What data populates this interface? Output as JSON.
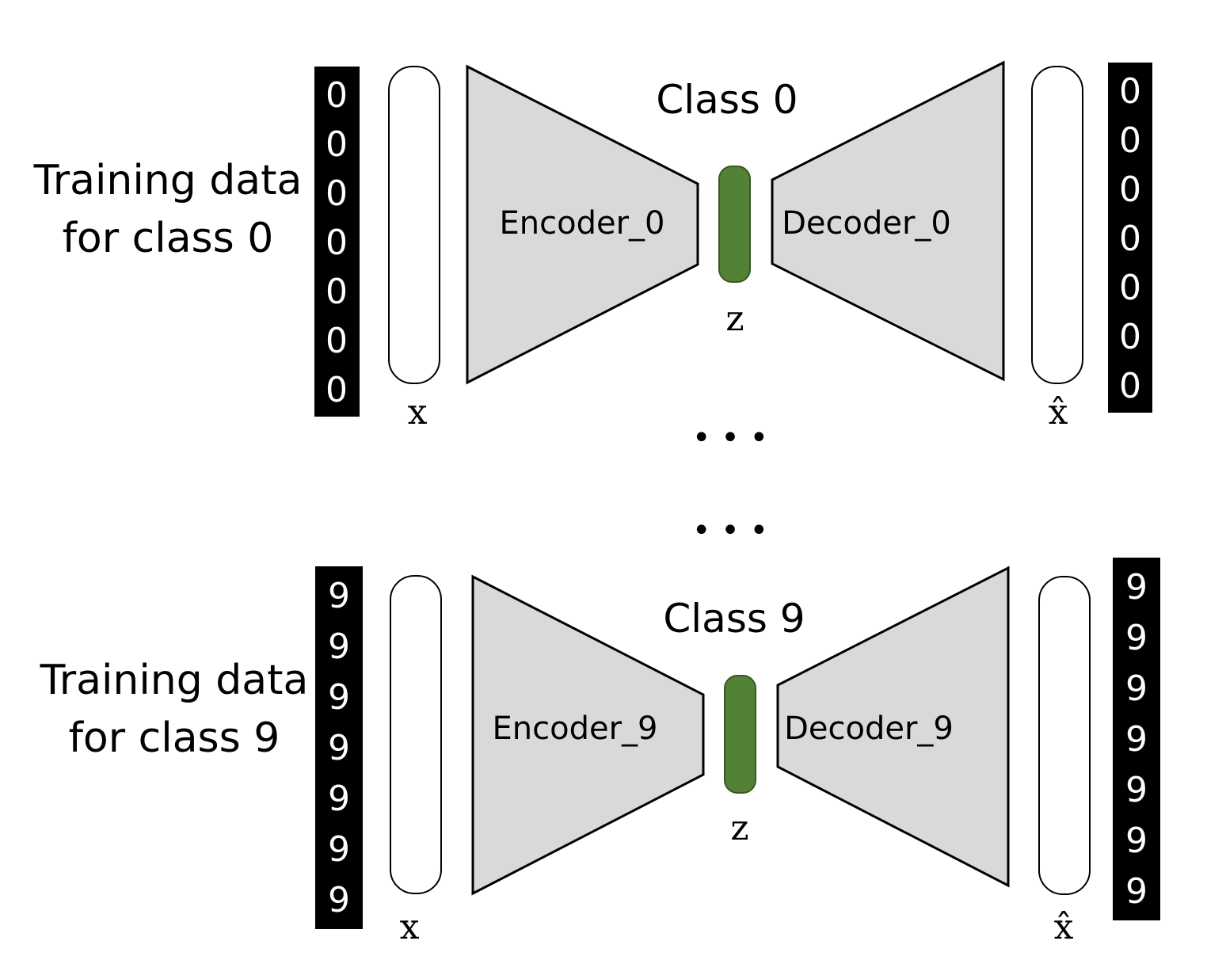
{
  "colors": {
    "background": "#ffffff",
    "trapezoid_fill": "#d9d9d9",
    "latent_fill": "#538135",
    "latent_stroke": "#385723",
    "strip_fill": "#000000",
    "digit_color": "#ffffff"
  },
  "separator": "• • •",
  "blocks": [
    {
      "training_label_line1": "Training data",
      "training_label_line2": "for class 0",
      "class_title": "Class 0",
      "encoder_label": "Encoder_0",
      "decoder_label": "Decoder_0",
      "latent_label": "z",
      "input_label": "x",
      "output_label": "x̂",
      "input_digits": [
        "0",
        "0",
        "0",
        "0",
        "0",
        "0",
        "0"
      ],
      "output_digits": [
        "0",
        "0",
        "0",
        "0",
        "0",
        "0",
        "0"
      ]
    },
    {
      "training_label_line1": "Training data",
      "training_label_line2": "for class 9",
      "class_title": "Class 9",
      "encoder_label": "Encoder_9",
      "decoder_label": "Decoder_9",
      "latent_label": "z",
      "input_label": "x",
      "output_label": "x̂",
      "input_digits": [
        "9",
        "9",
        "9",
        "9",
        "9",
        "9",
        "9"
      ],
      "output_digits": [
        "9",
        "9",
        "9",
        "9",
        "9",
        "9",
        "9"
      ]
    }
  ]
}
